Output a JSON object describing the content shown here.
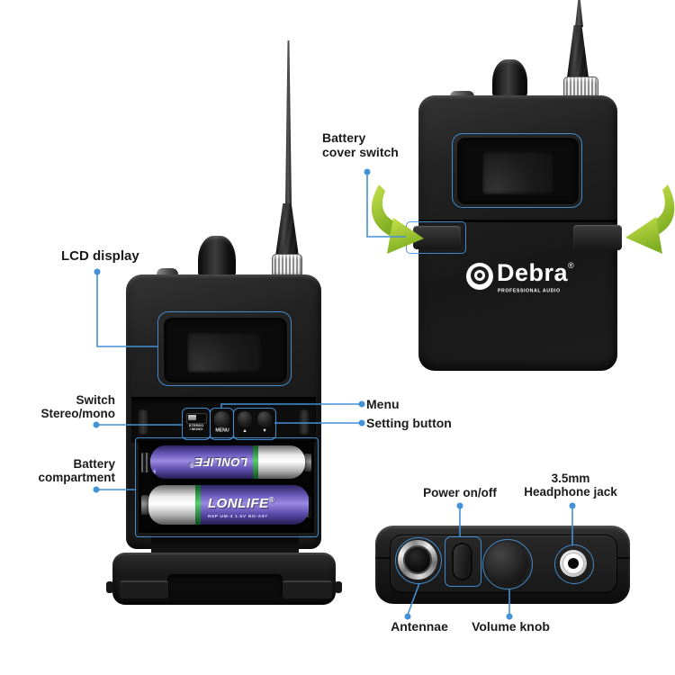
{
  "colors": {
    "accent_blue": "#4391d6",
    "arrow_green_light": "#c9e14c",
    "arrow_green_dark": "#7fae22",
    "label_text": "#1b1b1b"
  },
  "annotations": {
    "lcd_display": {
      "text": "LCD display"
    },
    "battery_cover_switch": {
      "line1": "Battery",
      "line2": "cover switch"
    },
    "stereo_mono": {
      "line1": "Switch",
      "line2": "Stereo/mono"
    },
    "battery_compartment": {
      "line1": "Battery",
      "line2": "compartment"
    },
    "menu": {
      "text": "Menu"
    },
    "setting_button": {
      "text": "Setting button"
    },
    "power": {
      "text": "Power on/off"
    },
    "headphone_jack": {
      "line1": "3.5mm",
      "line2": "Headphone jack"
    },
    "antennae": {
      "text": "Antennae"
    },
    "volume_knob": {
      "text": "Volume knob"
    }
  },
  "front_device": {
    "stereo_mono_switch": {
      "line1": "STEREO",
      "line2": "/ MONO"
    },
    "menu_button": "MENU",
    "up_button": "▲",
    "down_button": "▼",
    "batteries": {
      "brand": "LONLIFE",
      "registered": "®",
      "spec": "R6P UM-3 1.5V  NO-A97",
      "pb": "Pb"
    }
  },
  "back_device": {
    "brand": "Debra",
    "registered": "®",
    "tagline": "PROFESSIONAL AUDIO"
  }
}
